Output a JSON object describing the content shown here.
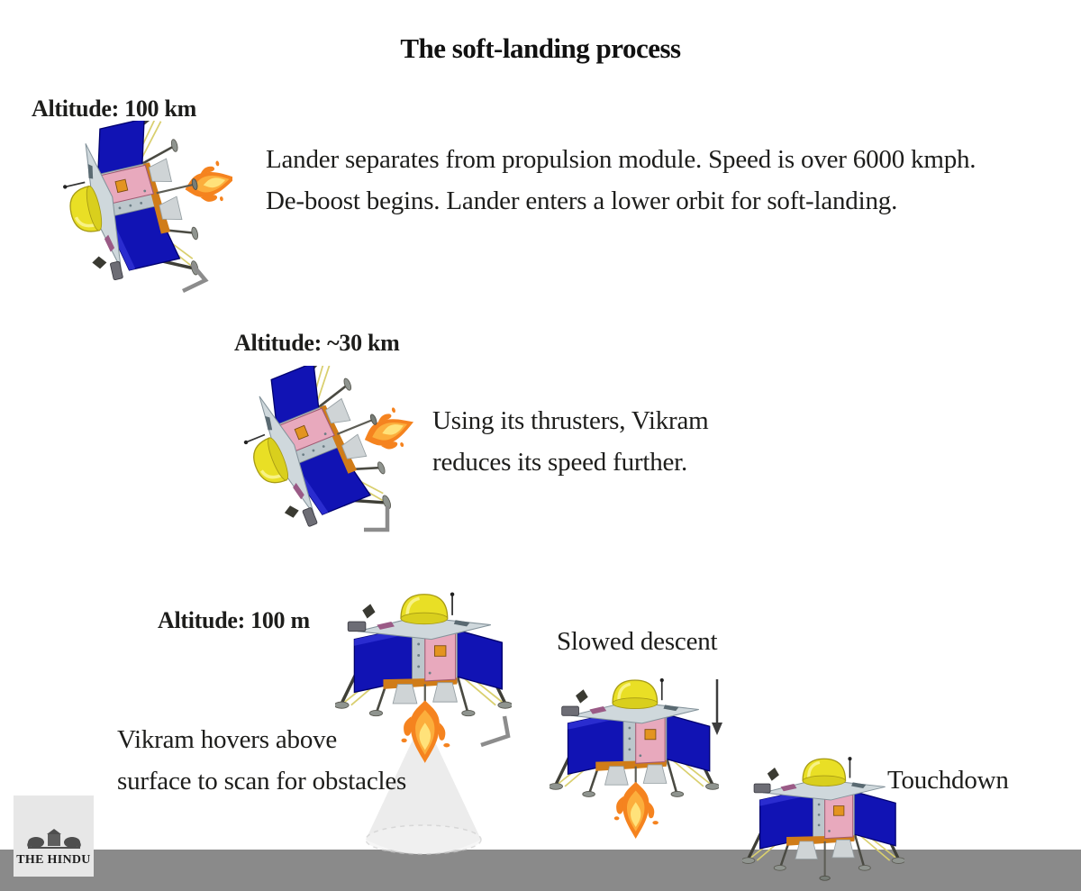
{
  "title": "The soft-landing process",
  "stages": {
    "s1": {
      "altitude": "Altitude: 100 km",
      "description": "Lander separates from propulsion module. Speed is over 6000 kmph. De-boost begins. Lander enters a lower orbit for soft-landing."
    },
    "s2": {
      "altitude": "Altitude: ~30 km",
      "description": "Using its thrusters, Vikram reduces its speed further."
    },
    "s3": {
      "altitude": "Altitude: 100 m",
      "description": "Vikram hovers above surface to scan for obstacles"
    },
    "s4": {
      "label": "Slowed descent"
    },
    "s5": {
      "label": "Touchdown"
    }
  },
  "logo": {
    "name": "THE HINDU"
  },
  "colors": {
    "background": "#ffffff",
    "text": "#1d1d1b",
    "ground": "#8a8a8a",
    "logo_background": "#e7e7e7",
    "solar_panel_blue": "#1113b4",
    "body_pink": "#e8a9bd",
    "tank_yellow": "#e9df25",
    "flame_orange": "#f5831f",
    "trim_orange": "#d07c18",
    "scan_cone_gray": "#ececec",
    "arrow_gray": "#8c8c8c"
  }
}
